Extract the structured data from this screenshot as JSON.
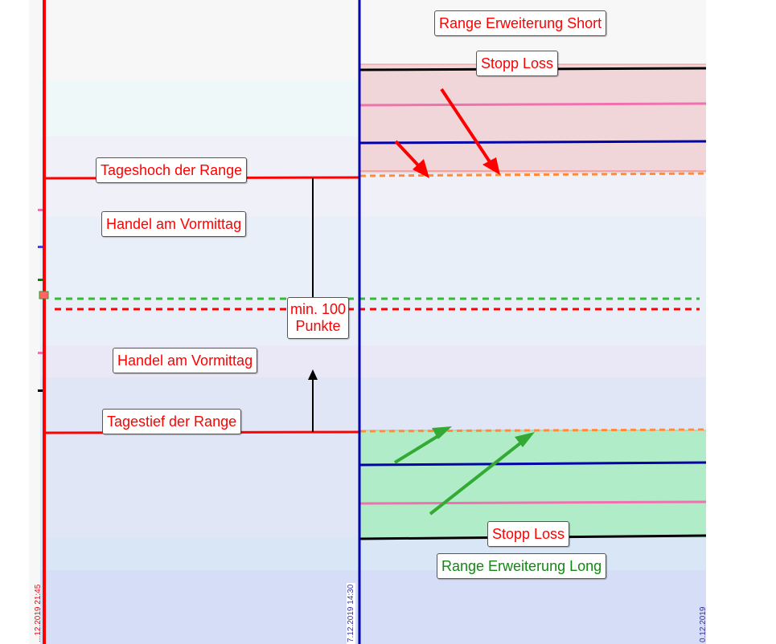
{
  "colors": {
    "red": "#ff0000",
    "green": "#009900",
    "blue": "#0000aa",
    "black": "#000000",
    "pink": "#f070b0",
    "orange": "#ff8c3c",
    "green_dash": "#33bb33",
    "arrow_green": "#33aa33",
    "short_zone": "#f0d6d8",
    "long_zone": "#b0ecc8"
  },
  "labels": {
    "range_short": "Range Erweiterung Short",
    "stopp_loss_top": "Stopp Loss",
    "tageshoch": "Tageshoch der Range",
    "handel_top": "Handel am Vormittag",
    "min_punkte_line1": "min. 100",
    "min_punkte_line2": "Punkte",
    "handel_bottom": "Handel am Vormittag",
    "tagestief": "Tagestief der Range",
    "stopp_loss_bottom": "Stopp Loss",
    "range_long": "Range Erweiterung Long"
  },
  "axis": {
    "left_time": "...12.2019 21:45",
    "mid_time": "7.12.2019 14:30",
    "right_time": "0.12.2019"
  }
}
